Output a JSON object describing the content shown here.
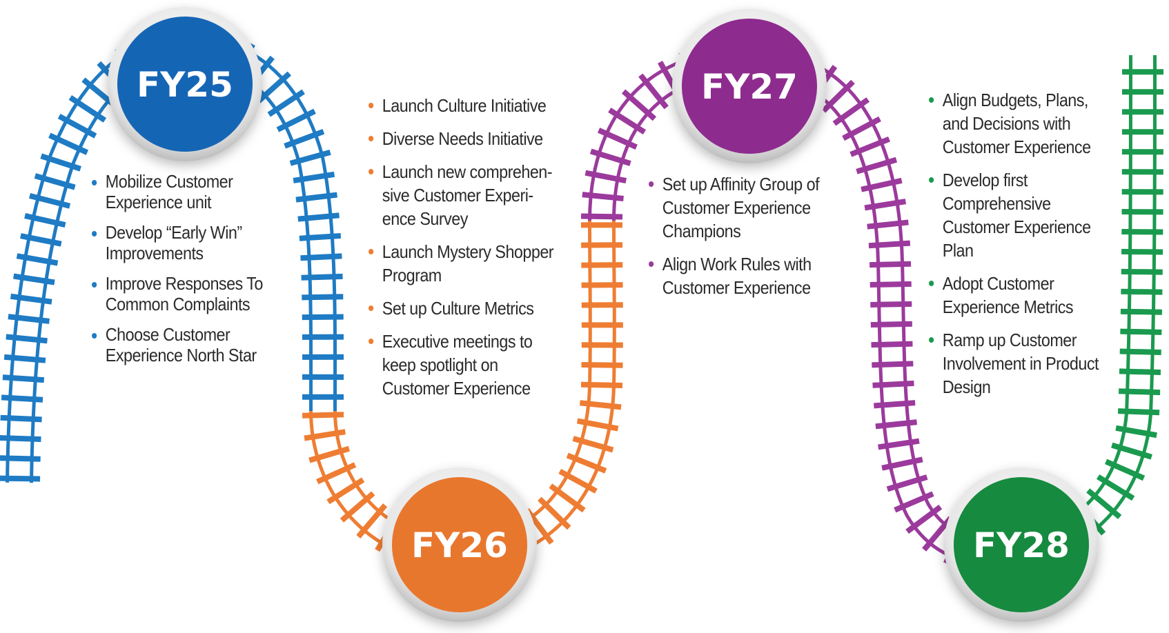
{
  "milestones": [
    {
      "id": "fy25",
      "label": "FY25",
      "color": "#1e7bc4",
      "circle": "#1565b5"
    },
    {
      "id": "fy26",
      "label": "FY26",
      "color": "#ee7d33",
      "circle": "#e8772e"
    },
    {
      "id": "fy27",
      "label": "FY27",
      "color": "#9b3a9c",
      "circle": "#8e2b8e"
    },
    {
      "id": "fy28",
      "label": "FY28",
      "color": "#1a9a4e",
      "circle": "#168a3f"
    }
  ],
  "lists": {
    "fy25": [
      "Mobilize Customer Experience unit",
      "Develop “Early Win” Improvements",
      "Improve Responses To Common Complaints",
      "Choose Customer Experience North Star"
    ],
    "fy26": [
      "Launch Culture Initiative",
      "Diverse Needs Initiative",
      "Launch new comprehen-sive Customer Experi-ence Survey",
      "Launch Mystery Shopper Program",
      "Set up Culture Metrics",
      "Executive meetings to keep spotlight on Customer Experience"
    ],
    "fy27": [
      "Set up Affinity Group of Customer Experience Champions",
      "Align Work Rules with Customer Experience"
    ],
    "fy28": [
      "Align Budgets, Plans, and Decisions with Customer Experience",
      "Develop first Comprehensive Customer Experience Plan",
      "Adopt Customer Experience Metrics",
      "Ramp up Customer Involvement in Product Design"
    ]
  }
}
